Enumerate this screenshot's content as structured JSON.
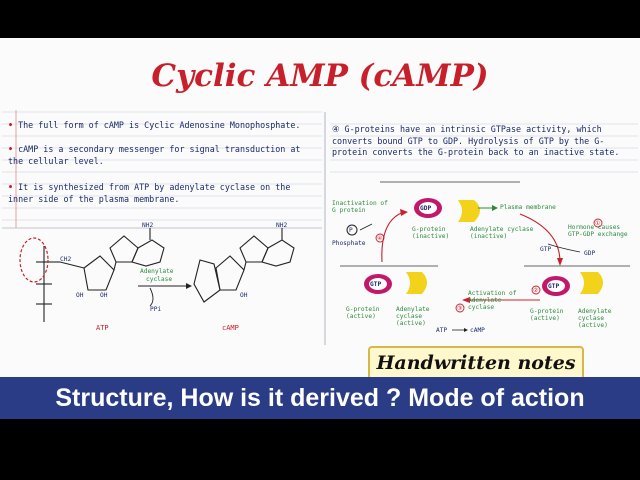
{
  "title": "Cyclic AMP (cAMP)",
  "left_notes": [
    {
      "bullet": "•",
      "text": "The full form of cAMP is Cyclic Adenosine Monophosphate."
    },
    {
      "bullet": "•",
      "text": "cAMP is a secondary messenger for signal transduction at the cellular level."
    },
    {
      "bullet": "•",
      "text": "It is synthesized from ATP by adenylate cyclase on the inner side of the plasma membrane."
    }
  ],
  "right_note": "④ G-proteins have an intrinsic GTPase activity, which converts bound GTP to GDP. Hydrolysis of GTP by the G-protein converts the G-protein back to an inactive state.",
  "structure_labels": {
    "nh2_left": "NH2",
    "nh2_right": "NH2",
    "adenylate": "Adenylate",
    "cyclase": "cyclase",
    "ppi": "PPi",
    "atp": "ATP",
    "camp": "cAMP",
    "ch2": "CH2",
    "oh1": "OH",
    "oh2": "OH",
    "oh3": "OH"
  },
  "diagram_labels": {
    "gdp": "GDP",
    "gtp1": "GTP",
    "gtp2": "GTP",
    "plasma_membrane": "Plasma membrane",
    "inactive_gprotein": "G-protein (inactive)",
    "adenylate_cyclase_inactive": "Adenylate cyclase (inactive)",
    "hormone": "Hormone causes GTP-GDP exchange",
    "gtp_in": "GTP",
    "gdp_out": "GDP",
    "initiation": "Inactivation of G protein",
    "phosphate": "Phosphate",
    "active_gprotein": "G-protein (active)",
    "adenylate_cyclase_active": "Adenylate cyclase (active)",
    "activation": "Activation of Adenylate cyclase",
    "atp": "ATP",
    "camp": "cAMP",
    "gprotein_active2": "G-protein (active)",
    "adenylate_cyclase_active2": "Adenylate cyclase (active)",
    "p": "P",
    "num1": "①",
    "num2": "②",
    "num3": "③",
    "num4": "④"
  },
  "badge": "Handwritten notes",
  "banner": "Structure, How is it derived ? Mode of action",
  "colors": {
    "title": "#c8202a",
    "banner": "#2a3c86",
    "badge_bg": "#fff8cc",
    "ink": "#1a2a6a",
    "arrow_red": "#c8202a",
    "green": "#2b8a3e",
    "magenta": "#c2186a",
    "yellow": "#f2d21b"
  }
}
